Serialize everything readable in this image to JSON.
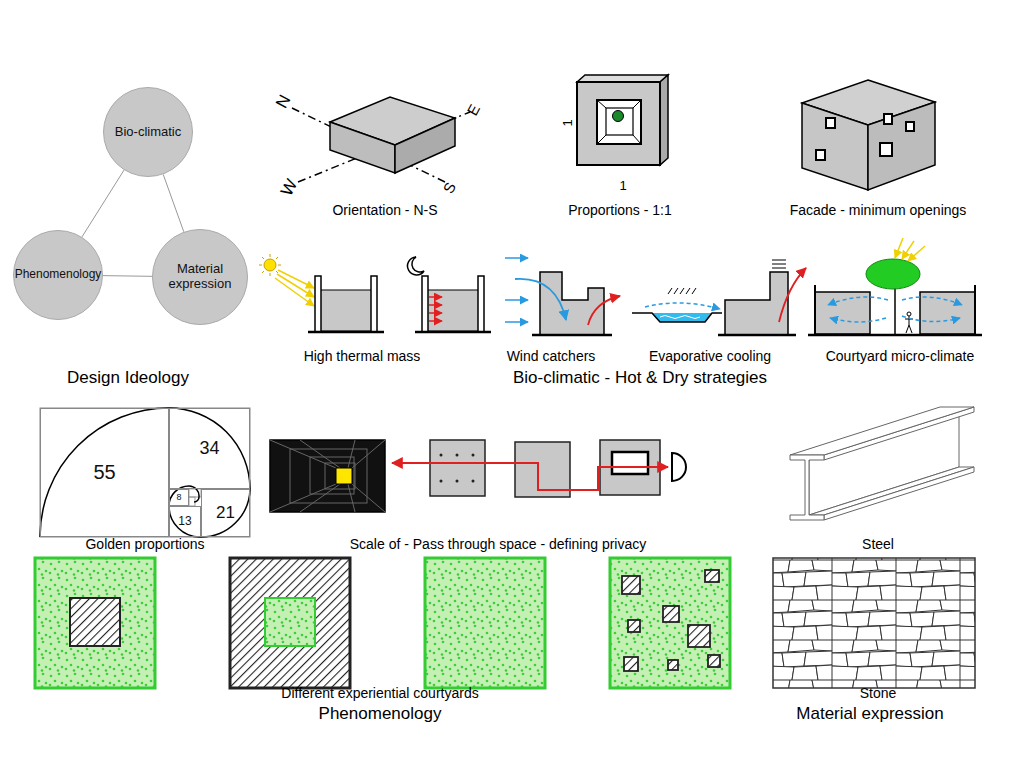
{
  "diagram": {
    "nodes": [
      {
        "text": [
          "Bio-climatic"
        ]
      },
      {
        "text": [
          "Phenomenology"
        ]
      },
      {
        "text": [
          "Material expression"
        ]
      },
      {
        "text": [
          "55"
        ]
      },
      {
        "text": [
          "34"
        ]
      },
      {
        "text": [
          "21"
        ]
      },
      {
        "text": [
          "13"
        ]
      },
      {
        "text": [
          "8"
        ]
      }
    ],
    "edges": [
      {
        "from": 0,
        "to": 1,
        "arrow": "none"
      },
      {
        "from": 0,
        "to": 2,
        "arrow": "none"
      },
      {
        "from": 1,
        "to": 2,
        "arrow": "none"
      }
    ],
    "labels": [
      "N",
      "E",
      "W",
      "S",
      "Orientation - N-S",
      "1",
      "1",
      "Proportions - 1:1",
      "Facade - minimum openings",
      "Design Ideology",
      "High thermal mass",
      "Wind catchers",
      "Evaporative cooling",
      "Courtyard micro-climate",
      "Bio-climatic - Hot & Dry strategies",
      "Golden proportions",
      "Scale of - Pass through space - defining privacy",
      "Steel",
      "Different experiential courtyards",
      "Phenomenology",
      "Stone",
      "Material expression"
    ]
  }
}
